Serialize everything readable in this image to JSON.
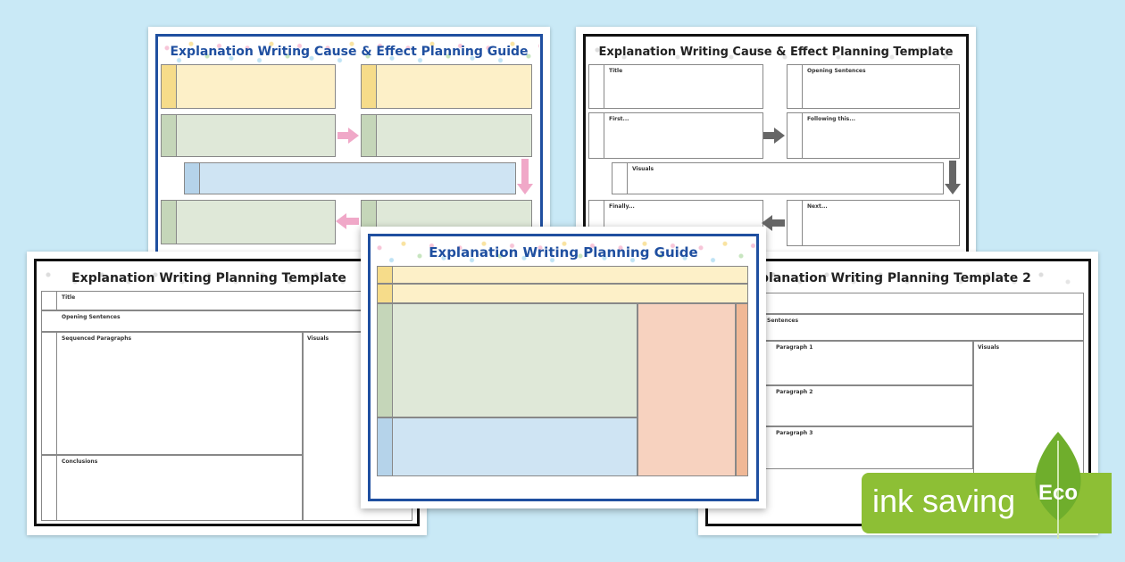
{
  "colors": {
    "blue": "#1f4fa0",
    "pink": "#f0a8c8",
    "gray_arrow": "#666666",
    "eco_green": "#8dbf35"
  },
  "sheets": {
    "cause_effect_guide": {
      "title": "Explanation Writing Cause & Effect Planning Guide"
    },
    "cause_effect_template": {
      "title": "Explanation Writing Cause & Effect Planning Template",
      "labels": {
        "title": "Title",
        "opening": "Opening Sentences",
        "first": "First...",
        "following": "Following this...",
        "visuals": "Visuals",
        "finally": "Finally...",
        "next": "Next..."
      }
    },
    "planning_template": {
      "title": "Explanation Writing Planning Template",
      "labels": {
        "title": "Title",
        "opening": "Opening Sentences",
        "sequenced": "Sequenced Paragraphs",
        "visuals": "Visuals",
        "conclusions": "Conclusions"
      }
    },
    "planning_guide": {
      "title": "Explanation Writing Planning Guide"
    },
    "planning_template_2": {
      "title": "xplanation Writing Planning Template 2",
      "labels": {
        "opening": "Sentences",
        "paragraph1": "Paragraph 1",
        "paragraph2": "Paragraph 2",
        "paragraph3": "Paragraph 3",
        "visuals": "Visuals"
      }
    }
  },
  "badge": {
    "ink_saving": "ink saving",
    "eco": "Eco"
  }
}
